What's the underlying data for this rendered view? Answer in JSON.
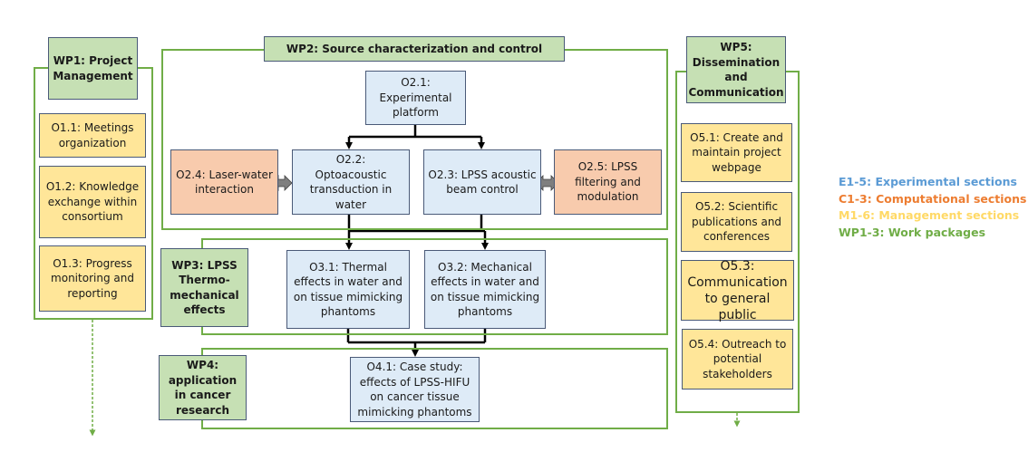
{
  "diagram": {
    "type": "work-package-flowchart",
    "work_packages": [
      {
        "id": "WP1",
        "title": "WP1: Project Management",
        "title_lines": [
          "WP1:",
          "Project",
          "Management"
        ],
        "objectives": [
          {
            "id": "O1.1",
            "text": "O1.1: Meetings organization",
            "category": "management"
          },
          {
            "id": "O1.2",
            "text": "O1.2: Knowledge exchange within consortium",
            "category": "management"
          },
          {
            "id": "O1.3",
            "text": "O1.3: Progress monitoring and reporting",
            "category": "management"
          }
        ]
      },
      {
        "id": "WP2",
        "title": "WP2: Source characterization and control",
        "objectives": [
          {
            "id": "O2.1",
            "text": "O2.1: Experimental platform",
            "category": "experimental"
          },
          {
            "id": "O2.2",
            "text": "O2.2: Optoacoustic transduction in water",
            "category": "experimental"
          },
          {
            "id": "O2.3",
            "text": "O2.3: LPSS acoustic beam control",
            "category": "experimental"
          },
          {
            "id": "O2.4",
            "text": "O2.4: Laser-water interaction",
            "category": "computational"
          },
          {
            "id": "O2.5",
            "text": "O2.5: LPSS filtering and modulation",
            "category": "computational"
          }
        ]
      },
      {
        "id": "WP3",
        "title": "WP3: LPSS Thermo-mechanical effects",
        "objectives": [
          {
            "id": "O3.1",
            "text": "O3.1: Thermal effects in water and on tissue mimicking phantoms",
            "category": "experimental"
          },
          {
            "id": "O3.2",
            "text": "O3.2: Mechanical effects in water and on tissue mimicking phantoms",
            "category": "experimental"
          }
        ]
      },
      {
        "id": "WP4",
        "title": "WP4: application in cancer research",
        "objectives": [
          {
            "id": "O4.1",
            "text": "O4.1: Case study: effects of LPSS-HIFU on cancer tissue mimicking phantoms",
            "category": "experimental"
          }
        ]
      },
      {
        "id": "WP5",
        "title": "WP5: Dissemination and Communication",
        "objectives": [
          {
            "id": "O5.1",
            "text": "O5.1: Create and maintain project webpage",
            "category": "management"
          },
          {
            "id": "O5.2",
            "text": "O5.2: Scientific publications and conferences",
            "category": "management"
          },
          {
            "id": "O5.3",
            "text": "O5.3: Communication to general public",
            "category": "management"
          },
          {
            "id": "O5.4",
            "text": "O5.4: Outreach to potential stakeholders",
            "category": "management"
          }
        ]
      }
    ],
    "edges": [
      {
        "from": "O2.1",
        "to": "O2.2",
        "style": "arrow"
      },
      {
        "from": "O2.1",
        "to": "O2.3",
        "style": "arrow"
      },
      {
        "from": "O2.4",
        "to": "O2.2",
        "style": "double-arrow"
      },
      {
        "from": "O2.5",
        "to": "O2.3",
        "style": "double-arrow"
      },
      {
        "from": "O2.2",
        "to": "O3.1",
        "style": "arrow"
      },
      {
        "from": "O2.3",
        "to": "O3.2",
        "style": "arrow"
      },
      {
        "from": "O3.1",
        "to": "O4.1",
        "style": "arrow"
      },
      {
        "from": "O3.2",
        "to": "O4.1",
        "style": "arrow"
      },
      {
        "from": "WP1",
        "to": "continues",
        "style": "dashed-arrow"
      },
      {
        "from": "WP5",
        "to": "continues",
        "style": "dashed-arrow"
      }
    ],
    "legend": [
      {
        "label": "E1-5: Experimental sections",
        "color": "#5b9bd5"
      },
      {
        "label": "C1-3: Computational sections",
        "color": "#ed7d31"
      },
      {
        "label": "M1-6: Management sections",
        "color": "#ffd966"
      },
      {
        "label": "WP1-3: Work packages",
        "color": "#70ad47"
      }
    ],
    "colors": {
      "work_package_fill": "#c6e0b4",
      "experimental_fill": "#deebf7",
      "computational_fill": "#f8cbad",
      "management_fill": "#ffe699",
      "frame": "#70ad47",
      "box_border": "#4a5a78"
    }
  }
}
